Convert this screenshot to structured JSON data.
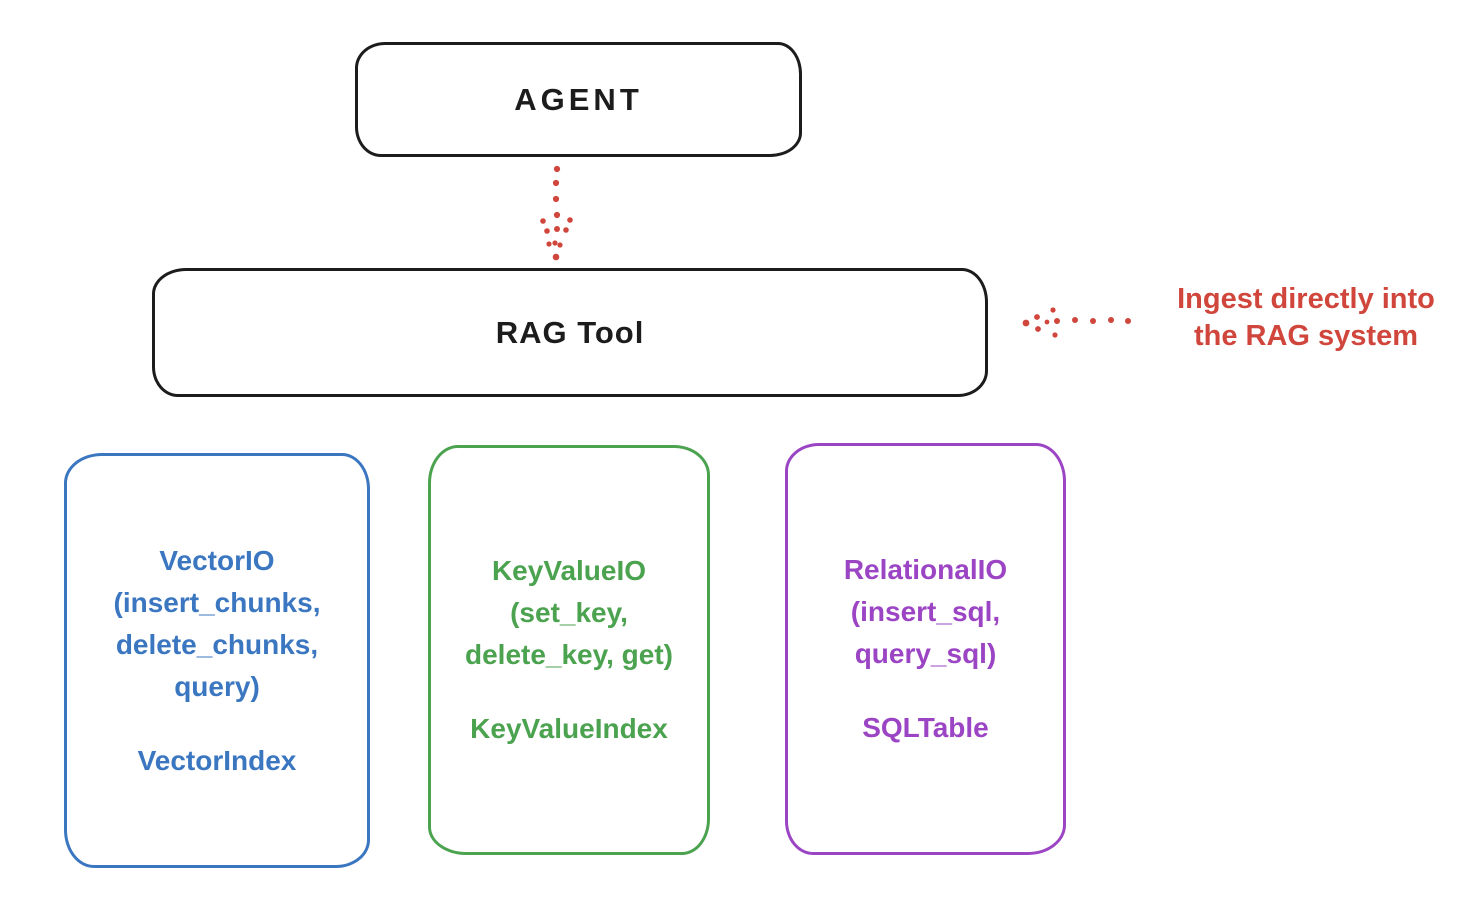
{
  "nodes": {
    "agent": {
      "label": "AGENT"
    },
    "rag_tool": {
      "label": "RAG Tool"
    }
  },
  "annotation": {
    "line1": "Ingest directly into",
    "line2": "the RAG system"
  },
  "stores": [
    {
      "name": "vector-io",
      "methods": "VectorIO\n(insert_chunks,\ndelete_chunks,\nquery)",
      "index": "VectorIndex",
      "color": "#3b76c1"
    },
    {
      "name": "keyvalue-io",
      "methods": "KeyValueIO\n(set_key,\ndelete_key, get)",
      "index": "KeyValueIndex",
      "color": "#4ba24f"
    },
    {
      "name": "relational-io",
      "methods": "RelationalIO\n(insert_sql,\nquery_sql)",
      "index": "SQLTable",
      "color": "#9b45c5"
    }
  ],
  "colors": {
    "outline": "#1c1c1c",
    "red": "#d0463c",
    "blue": "#3b76c1",
    "green": "#4ba24f",
    "purple": "#9b45c5",
    "background": "#ffffff"
  }
}
